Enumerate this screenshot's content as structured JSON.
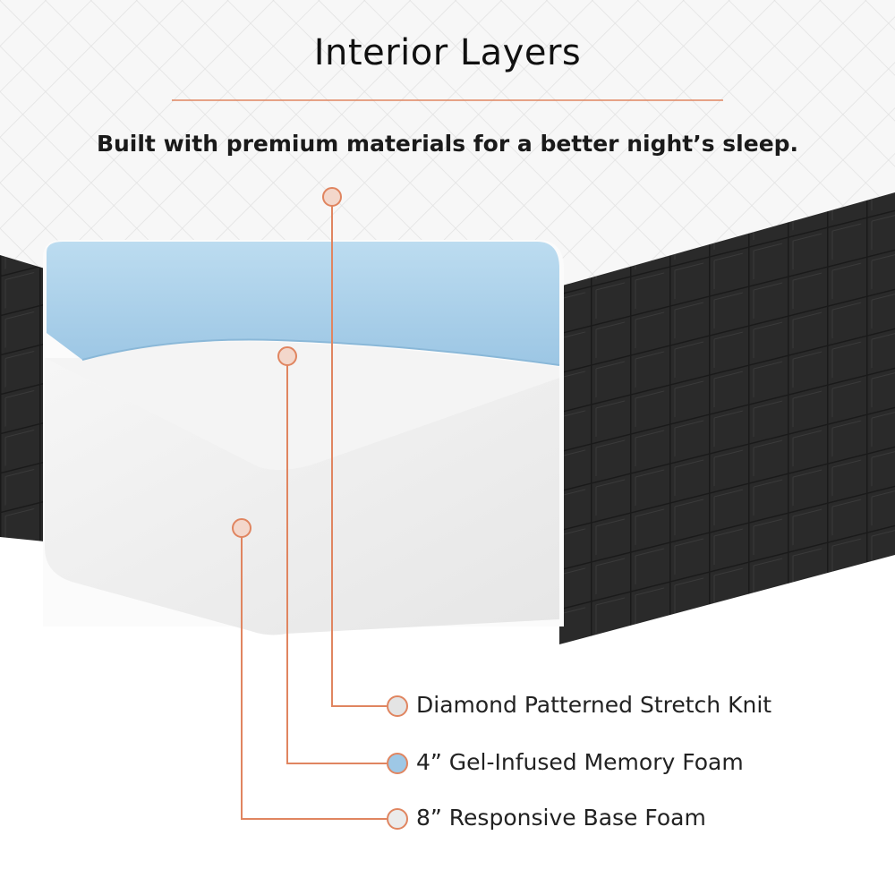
{
  "header": {
    "title": "Interior Layers",
    "subtitle": "Built with premium materials for a better night’s sleep."
  },
  "colors": {
    "accent": "#e08560",
    "gel_layer": "#a9d0ea",
    "base_foam": "#f1f1f1",
    "cover_knit": "#f6f6f6",
    "side_fabric": "#2c2c2c"
  },
  "layers": [
    {
      "label": "Diamond Patterned Stretch Knit",
      "swatch": "#e4e4e4"
    },
    {
      "label": "4” Gel-Infused Memory Foam",
      "swatch": "#9ec8e6"
    },
    {
      "label": "8” Responsive Base Foam",
      "swatch": "#ebebeb"
    }
  ]
}
